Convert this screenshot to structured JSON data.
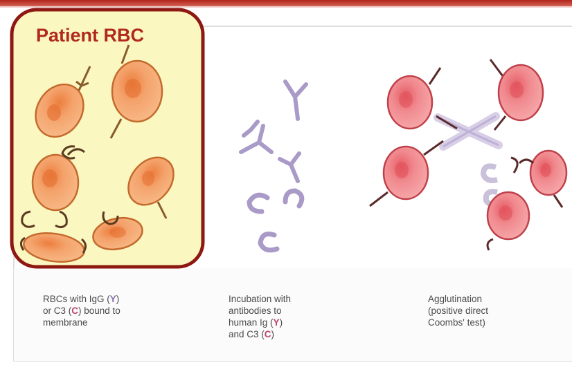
{
  "title": "Patient RBC",
  "captions": {
    "panel1": {
      "line1_pre": "RBCs with IgG (",
      "line1_sym": "Y",
      "line1_post": ")",
      "line2_pre": "or C3 (",
      "line2_sym": "C",
      "line2_post": ") bound to",
      "line3": "membrane"
    },
    "panel2": {
      "line1": "Incubation with",
      "line2": "antibodies to",
      "line3_pre": "human Ig (",
      "line3_sym": "Y",
      "line3_post": ")",
      "line4_pre": "and C3 (",
      "line4_sym": "C",
      "line4_post": ")"
    },
    "panel3": {
      "line1": "Agglutination",
      "line2": "(positive direct",
      "line3": "Coombs' test)"
    }
  },
  "colors": {
    "frame_red": "#9a1a12",
    "highlight_fill": "#fbf7c0",
    "rbc_orange": "#f2a26b",
    "rbc_red": "#f08a8f",
    "antibody_purple": "#a99ac8"
  }
}
